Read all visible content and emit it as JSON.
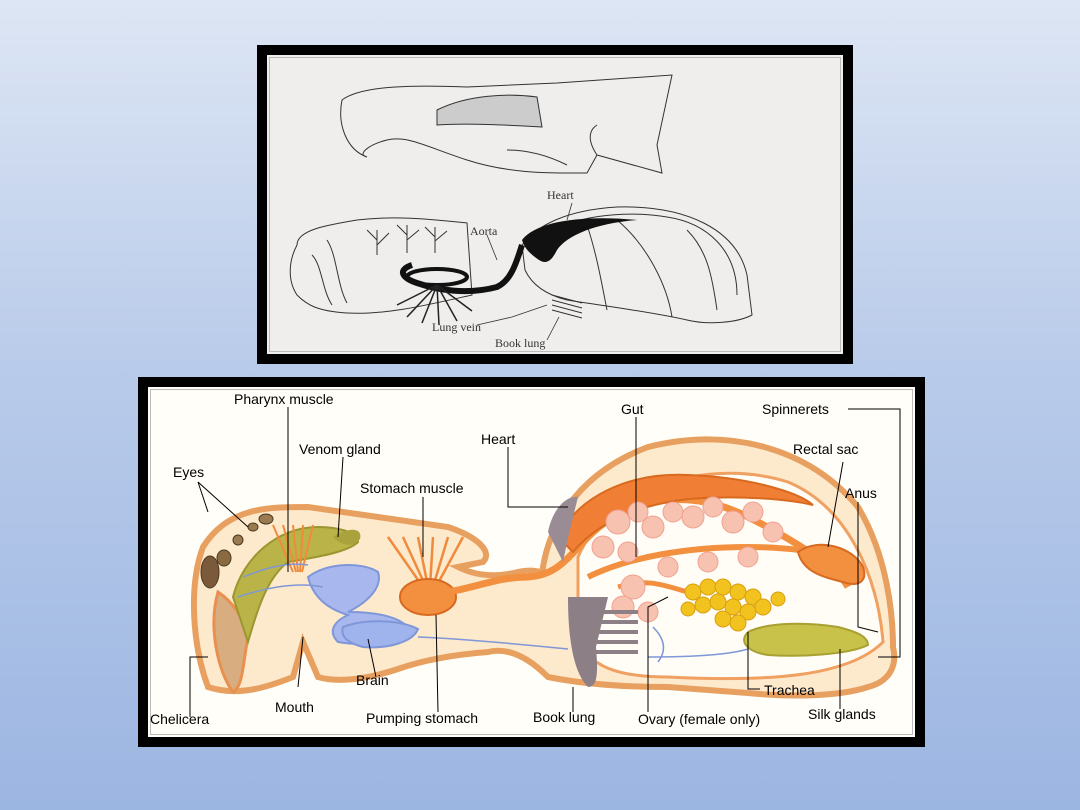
{
  "top_diagram": {
    "labels": {
      "heart": "Heart",
      "aorta": "Aorta",
      "lung_vein": "Lung vein",
      "book_lung": "Book lung"
    }
  },
  "bottom_diagram": {
    "labels": {
      "pharynx_muscle": "Pharynx muscle",
      "gut": "Gut",
      "spinnerets": "Spinnerets",
      "eyes": "Eyes",
      "venom_gland": "Venom gland",
      "heart": "Heart",
      "rectal_sac": "Rectal sac",
      "stomach_muscle": "Stomach muscle",
      "anus": "Anus",
      "brain": "Brain",
      "mouth": "Mouth",
      "chelicera": "Chelicera",
      "pumping_stomach": "Pumping stomach",
      "book_lung": "Book lung",
      "ovary": "Ovary (female only)",
      "trachea": "Trachea",
      "silk_glands": "Silk glands"
    }
  },
  "colors": {
    "background_top": "#dde6f4",
    "background_bottom": "#9cb6e2",
    "frame": "#000000",
    "gut_orange": "#f08a3c",
    "nerve_blue": "#8fa8e0",
    "silk_yellow": "#f0c020",
    "gland_olive": "#b8b84a",
    "lung_gray": "#8c7f86"
  }
}
